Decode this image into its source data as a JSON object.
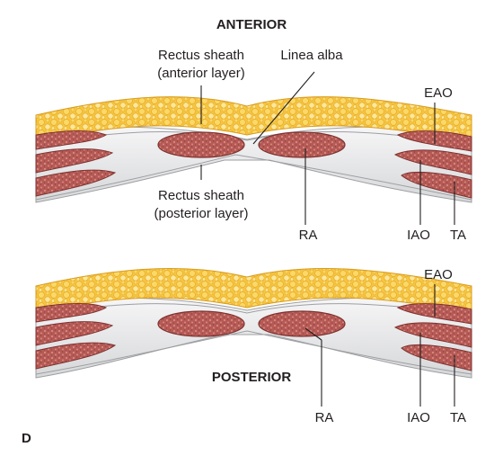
{
  "figure": {
    "heading_top": "ANTERIOR",
    "heading_bottom": "POSTERIOR",
    "panel_letter": "D",
    "labels": {
      "rectus_sheath_anterior_line1": "Rectus sheath",
      "rectus_sheath_anterior_line2": "(anterior layer)",
      "linea_alba": "Linea alba",
      "rectus_sheath_posterior_line1": "Rectus sheath",
      "rectus_sheath_posterior_line2": "(posterior layer)",
      "ra": "RA",
      "eao": "EAO",
      "iao": "IAO",
      "ta": "TA"
    }
  },
  "colors": {
    "fat": "#f6c542",
    "fat_highlight": "#fde79a",
    "fat_shadow": "#e3a721",
    "muscle": "#b65a56",
    "muscle_dark": "#7e3230",
    "muscle_light": "#d68a82",
    "fascia": "#e9e9ea",
    "fascia_edge": "#9e9fa2",
    "text": "#231f20"
  }
}
